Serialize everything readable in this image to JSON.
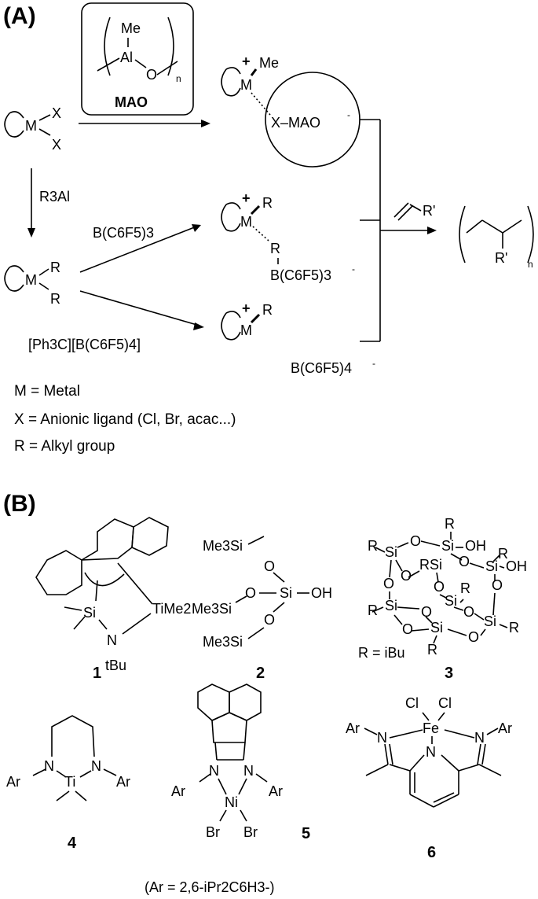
{
  "panel_a": {
    "label": "(A)",
    "mao_box": {
      "me": "Me",
      "al": "Al",
      "o": "O",
      "n": "n",
      "name": "MAO"
    },
    "reagents": {
      "r3al": "R3Al",
      "bcf": "B(C6F5)3",
      "trityl": "[Ph3C][B(C6F5)4]",
      "olefin_sub": "R'"
    },
    "species": {
      "m": "M",
      "x": "X",
      "me": "Me",
      "r": "R",
      "x_mao": "X–MAO",
      "anion_borane": "B(C6F5)3",
      "anion_borate": "B(C6F5)4",
      "polymer_sub": "R'",
      "polymer_n": "n"
    },
    "legend": [
      "M = Metal",
      "X = Anionic ligand (Cl, Br, acac...)",
      "R = Alkyl group"
    ]
  },
  "panel_b": {
    "label": "(B)",
    "compounds": [
      {
        "number": "1"
      },
      {
        "number": "2"
      },
      {
        "number": "3",
        "note": "R = iBu"
      },
      {
        "number": "4"
      },
      {
        "number": "5"
      },
      {
        "number": "6"
      }
    ],
    "atoms": {
      "si": "Si",
      "n": "N",
      "ti": "Ti",
      "ti_me2": "TiMe2",
      "tbu": "tBu",
      "me3si": "Me3Si",
      "o": "O",
      "oh": "OH",
      "r": "R",
      "rsi": "RSi",
      "ar": "Ar",
      "ni": "Ni",
      "br": "Br",
      "fe": "Fe",
      "cl": "Cl"
    },
    "ar_note": "(Ar = 2,6-iPr2C6H3-)"
  }
}
